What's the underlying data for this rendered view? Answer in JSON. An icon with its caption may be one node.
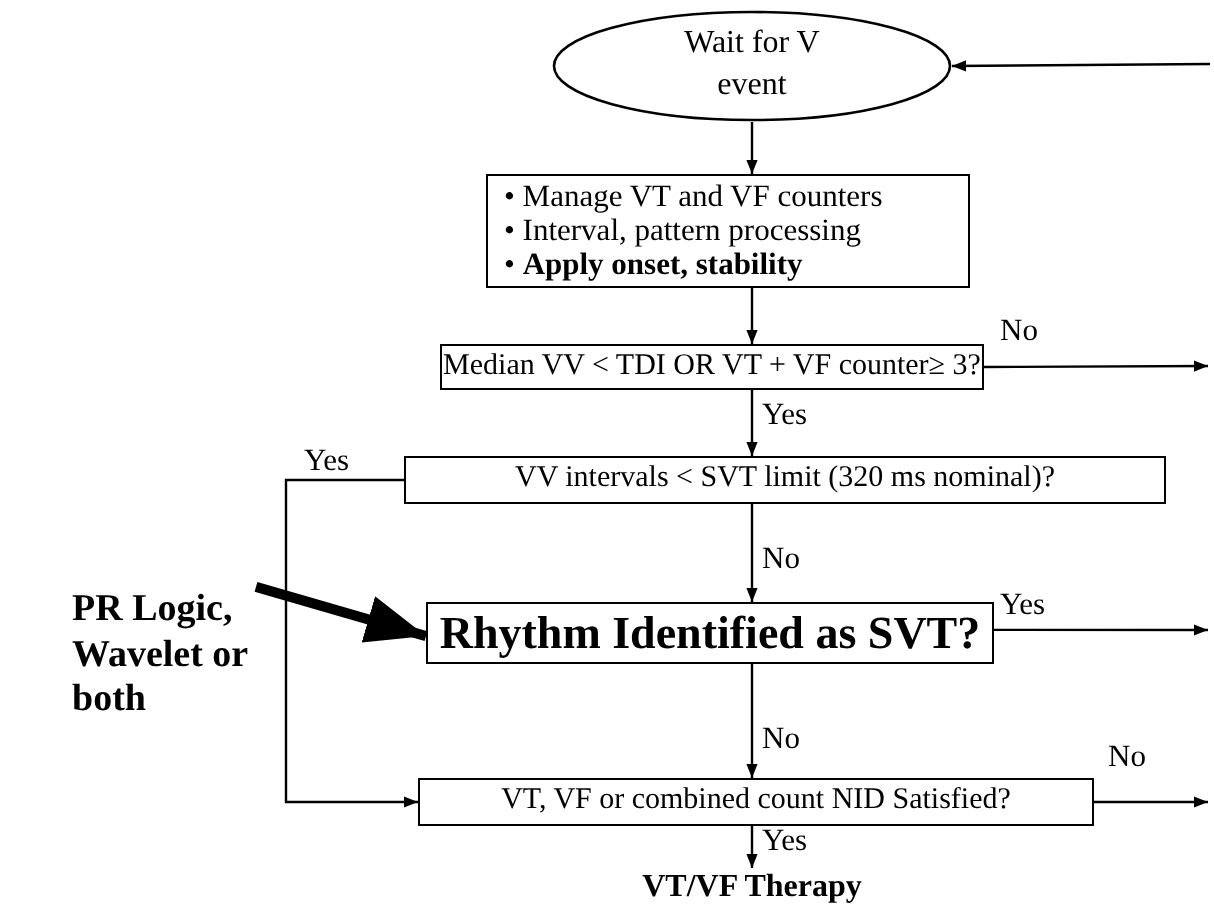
{
  "diagram": {
    "nodes": [
      {
        "text": [
          "Wait for V event"
        ]
      },
      {
        "text": [
          "• Manage VT and VF counters",
          "• Interval, pattern processing",
          "• **Apply onset, stability**"
        ]
      },
      {
        "text": [
          "Median VV < TDI OR VT + VF counter≥ 3?"
        ]
      },
      {
        "text": [
          "VV intervals < SVT limit (320 ms nominal)?"
        ]
      },
      {
        "text": [
          "Rhythm Identified as SVT?"
        ]
      },
      {
        "text": [
          "VT, VF or combined count NID Satisfied?"
        ]
      },
      {
        "text": [
          "VT/VF Therapy"
        ]
      },
      {
        "text": [
          "PR Logic, Wavelet or both"
        ]
      }
    ],
    "edges": [
      {
        "from": null,
        "to": 0,
        "arrow": "to"
      },
      {
        "from": 0,
        "to": 1,
        "arrow": "to"
      },
      {
        "from": 1,
        "to": 2,
        "arrow": "to"
      },
      {
        "from": 2,
        "to": null,
        "arrow": "to",
        "label": "No"
      },
      {
        "from": 2,
        "to": 3,
        "arrow": "to",
        "label": "Yes"
      },
      {
        "from": 3,
        "to": 5,
        "arrow": "to",
        "label": "Yes"
      },
      {
        "from": 3,
        "to": 4,
        "arrow": "to",
        "label": "No"
      },
      {
        "from": 4,
        "to": null,
        "arrow": "to",
        "label": "Yes"
      },
      {
        "from": 4,
        "to": 5,
        "arrow": "to",
        "label": "No"
      },
      {
        "from": 5,
        "to": null,
        "arrow": "to",
        "label": "No"
      },
      {
        "from": 5,
        "to": 6,
        "arrow": "to",
        "label": "Yes"
      },
      {
        "from": 7,
        "to": 4,
        "arrow": "to",
        "style": "thick"
      }
    ]
  }
}
